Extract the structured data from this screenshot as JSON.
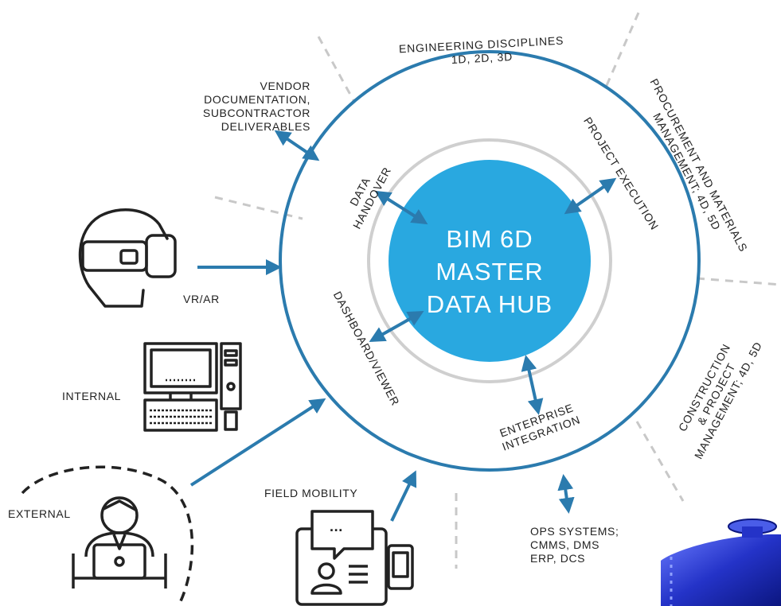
{
  "hub": {
    "label": "BIM 6D\nMASTER\nDATA HUB",
    "color": "#29a8e0"
  },
  "ring_color": "#2b7bae",
  "inner_ring_color": "#cfcfcf",
  "inner_labels": {
    "data_handover": "DATA\nHANDOVER",
    "project_execution": "PROJECT EXECUTION",
    "dashboard_viewer": "DASHBOARD/VIEWER",
    "enterprise_integration": "ENTERPRISE\nINTEGRATION"
  },
  "outer_labels": {
    "engineering": "ENGINEERING DISCIPLINES\n1D, 2D, 3D",
    "procurement": "PROCUREMENT AND MATERIALS\nMANAGEMENT; 4D, 5D",
    "construction": "CONSTRUCTION\n& PROJECT\nMANAGEMENT; 4D, 5D",
    "ops_systems": "OPS SYSTEMS;\nCMMS, DMS\nERP, DCS",
    "vendor": "VENDOR\nDOCUMENTATION,\nSUBCONTRACTOR\nDELIVERABLES",
    "vr_ar": "VR/AR",
    "internal": "INTERNAL",
    "external": "EXTERNAL",
    "field_mobility": "FIELD MOBILITY",
    "dots": "..."
  },
  "icons": [
    "vr-headset-icon",
    "desktop-computer-icon",
    "external-user-laptop-icon",
    "field-mobility-devices-icon",
    "pipe-vessel-image"
  ]
}
